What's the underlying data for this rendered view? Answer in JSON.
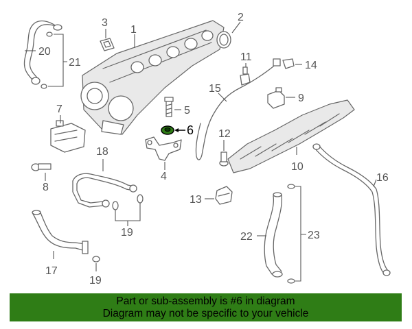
{
  "diagram": {
    "callouts": {
      "c1": "1",
      "c2": "2",
      "c3": "3",
      "c4": "4",
      "c5": "5",
      "c6": "6",
      "c7": "7",
      "c8": "8",
      "c9": "9",
      "c10": "10",
      "c11": "11",
      "c12": "12",
      "c13": "13",
      "c14": "14",
      "c15": "15",
      "c16": "16",
      "c17": "17",
      "c18": "18",
      "c19a": "19",
      "c19b": "19",
      "c20": "20",
      "c21": "21",
      "c22": "22",
      "c23": "23"
    },
    "highlighted_part": "6",
    "highlight_color": "#2f7d16"
  },
  "banner": {
    "line1": "Part or sub-assembly is #6 in diagram",
    "line2": "Diagram may not be specific to your vehicle",
    "background": "#2f7d16"
  }
}
